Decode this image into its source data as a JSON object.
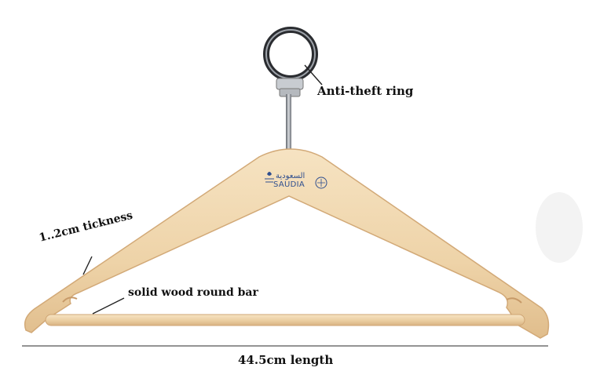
{
  "annotations": {
    "ring": "Anti-theft ring",
    "thickness": "1..2cm tickness",
    "bar": "solid wood round bar",
    "length": "44.5cm  length"
  },
  "logo": {
    "arabic": "السعودية",
    "latin": "SAUDIA"
  },
  "colors": {
    "wood_light": "#f3dcb7",
    "wood_mid": "#e8c79a",
    "wood_edge": "#d7b07e",
    "logo_blue": "#2f4f8f",
    "chrome": "#8f9399"
  }
}
